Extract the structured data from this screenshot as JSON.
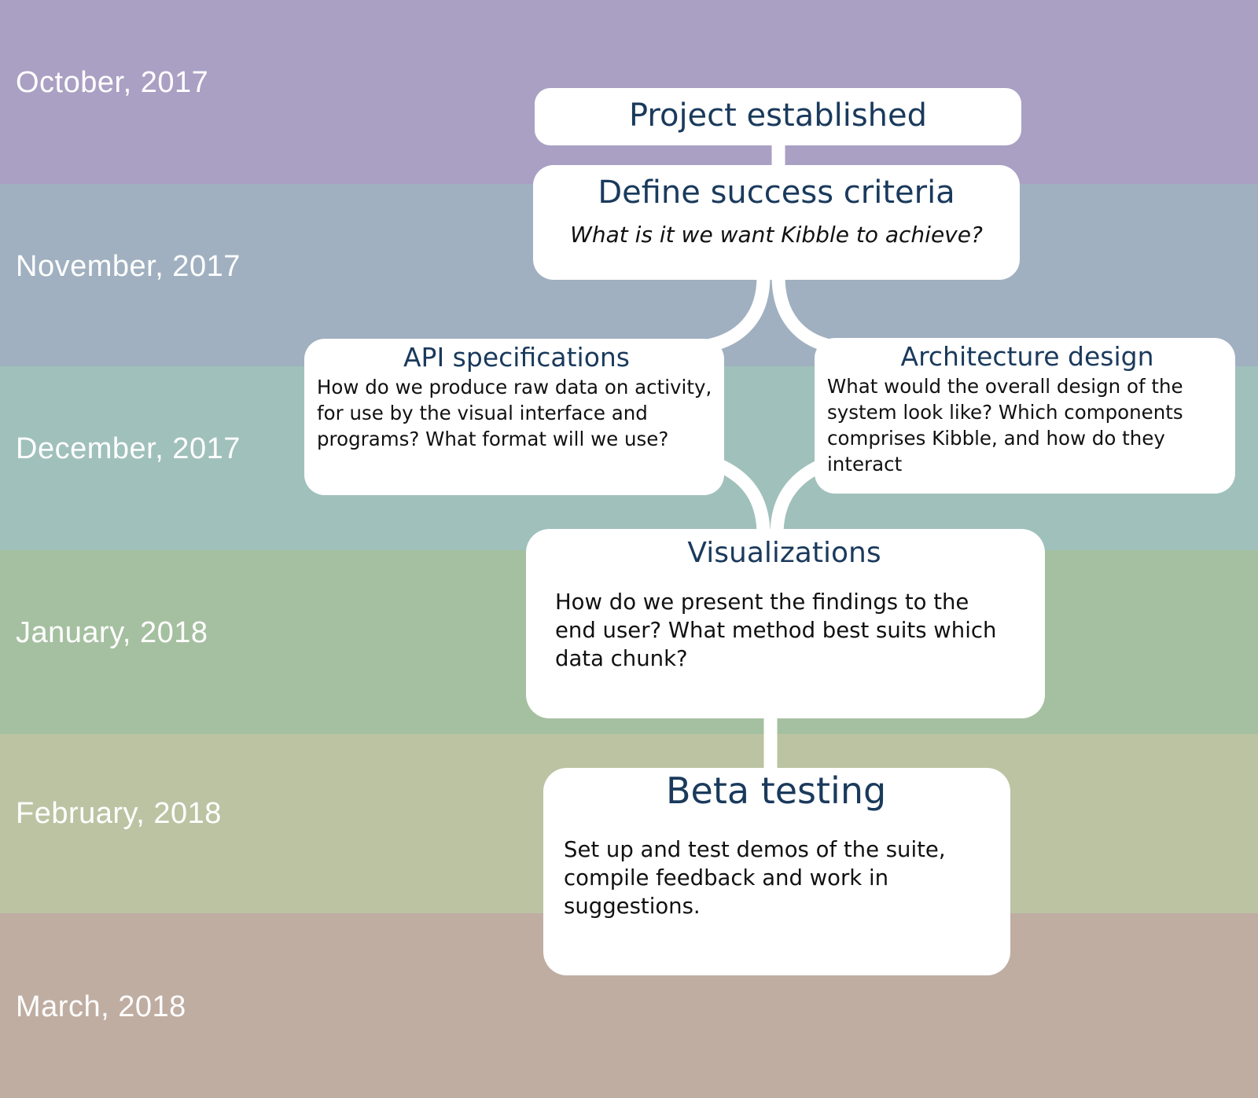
{
  "months": [
    {
      "label": "October, 2017",
      "color": "#a9a0c3"
    },
    {
      "label": "November, 2017",
      "color": "#a0b0c0"
    },
    {
      "label": "December, 2017",
      "color": "#a0c0bb"
    },
    {
      "label": "January, 2018",
      "color": "#a5c0a0"
    },
    {
      "label": "February, 2018",
      "color": "#bcc3a3"
    },
    {
      "label": "March, 2018",
      "color": "#bfada2"
    }
  ],
  "nodes": {
    "project": {
      "title": "Project established"
    },
    "define": {
      "title": "Define success criteria",
      "body": "What is it we want Kibble to achieve?"
    },
    "api": {
      "title": "API specifications",
      "body": "How do we produce raw data on activity, for use by the visual interface and programs? What format will we use?"
    },
    "arch": {
      "title": "Architecture design",
      "body": "What would the overall design of the system look like? Which components comprises Kibble, and how do they interact"
    },
    "vis": {
      "title": "Visualizations",
      "body": "How do we present the findings to the end user? What method best suits which data chunk?"
    },
    "beta": {
      "title": "Beta testing",
      "body": "Set up and test demos of the suite, compile feedback and work in suggestions."
    }
  }
}
